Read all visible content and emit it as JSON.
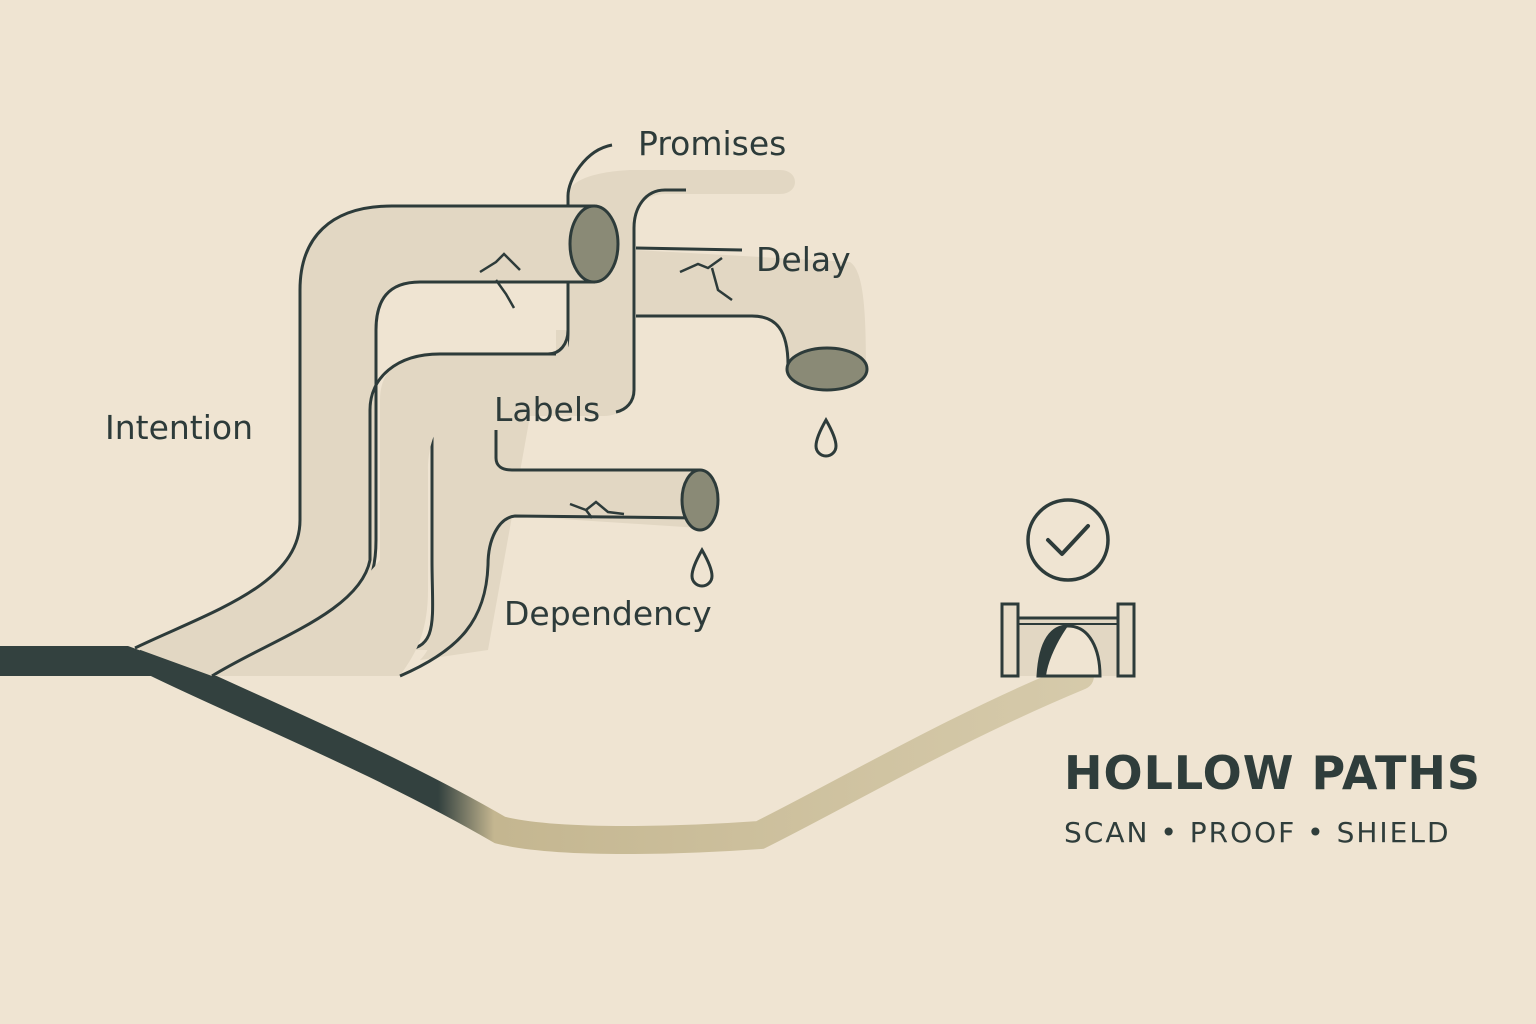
{
  "diagram": {
    "labels": {
      "promises": "Promises",
      "delay": "Delay",
      "intention": "Intention",
      "labels": "Labels",
      "dependency": "Dependency"
    },
    "brand": {
      "title": "HOLLOW PATHS",
      "subtitle": "SCAN • PROOF • SHIELD"
    },
    "icons": [
      "check-circle-icon",
      "water-drop-icon",
      "arch-gate-icon"
    ],
    "colors": {
      "background": "#efe4d2",
      "ink": "#2d3b3a",
      "pipe_fill": "#e2d7c3",
      "pipe_opening": "#8a8a76",
      "trail": "#c9bc98"
    }
  }
}
